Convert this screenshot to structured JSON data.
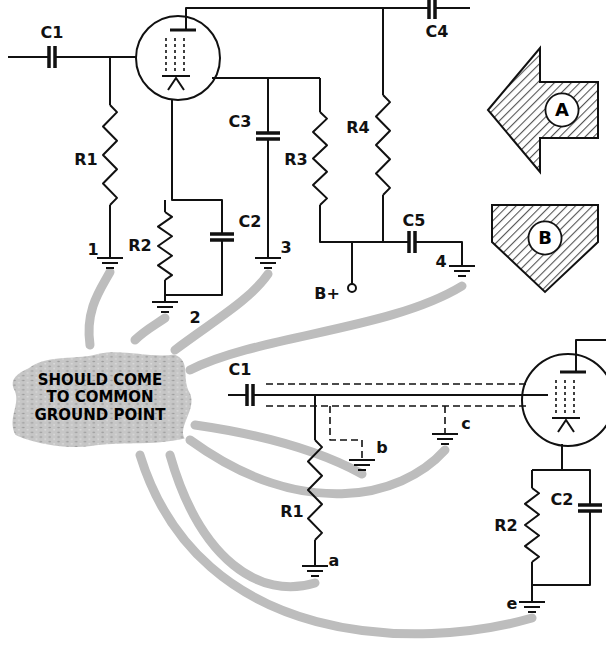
{
  "diagram": {
    "nodes": [
      {
        "text": [
          "SHOULD COME TO COMMON GROUND POINT"
        ]
      },
      {
        "text": [
          "A"
        ]
      },
      {
        "text": [
          "B"
        ]
      }
    ],
    "labels": [
      "C1",
      "R1",
      "1",
      "C2",
      "R2",
      "2",
      "C3",
      "3",
      "R3",
      "R4",
      "C4",
      "C5",
      "4",
      "B+",
      "C1",
      "R1",
      "a",
      "b",
      "c",
      "R2",
      "C2",
      "e"
    ]
  }
}
